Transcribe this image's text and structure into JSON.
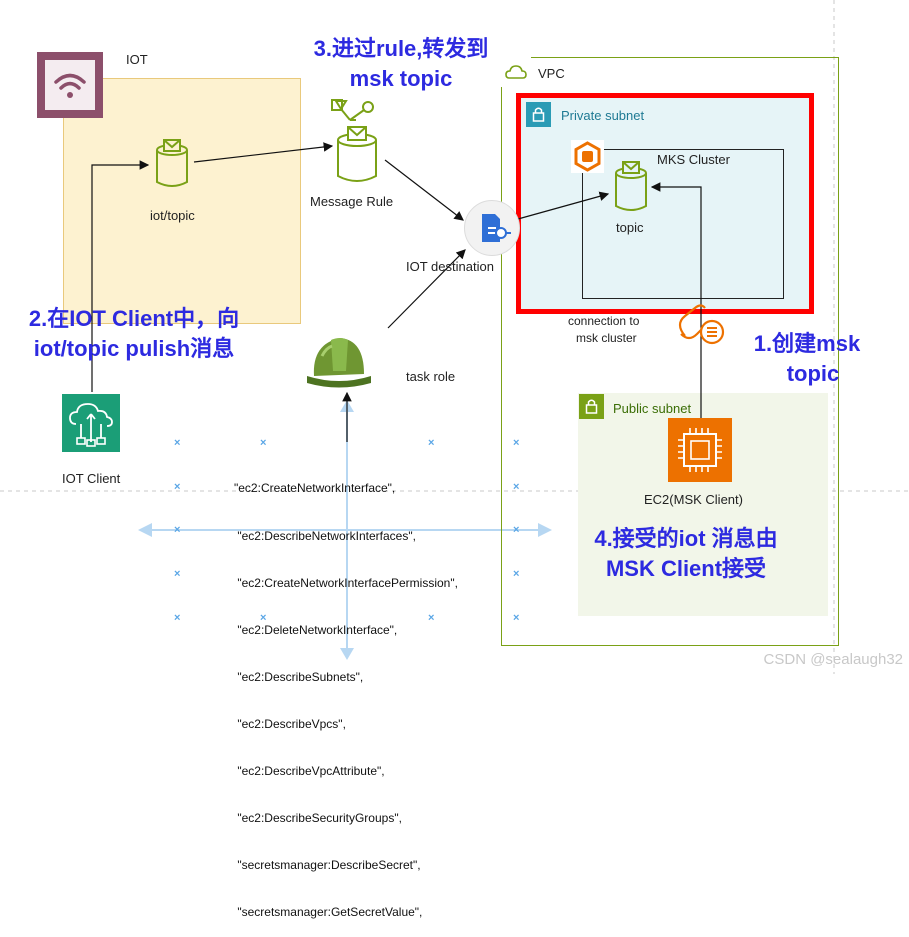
{
  "iot_group": {
    "title": "IOT",
    "topic_label": "iot/topic"
  },
  "vpc": {
    "title": "VPC"
  },
  "private_subnet": {
    "title": "Private subnet"
  },
  "public_subnet": {
    "title": "Public subnet"
  },
  "msk": {
    "cluster_label": "MKS Cluster",
    "topic_label": "topic"
  },
  "message_rule": {
    "label": "Message Rule"
  },
  "iot_destination": {
    "label": "IOT destination"
  },
  "task_role": {
    "label": "task role"
  },
  "connection": {
    "line1": "connection to",
    "line2": "msk cluster"
  },
  "ec2": {
    "label": "EC2(MSK Client)"
  },
  "iot_client": {
    "label": "IOT Client"
  },
  "steps": {
    "step1": {
      "line1": "1.创建msk",
      "line2": "topic"
    },
    "step2": {
      "line1": "2.在IOT Client中，向",
      "line2": "iot/topic pulish消息"
    },
    "step3": {
      "line1": "3.进过rule,转发到",
      "line2": "msk topic"
    },
    "step4": {
      "line1": "4.接受的iot 消息由",
      "line2": "MSK Client接受"
    }
  },
  "permissions": [
    "\"ec2:CreateNetworkInterface\",",
    " \"ec2:DescribeNetworkInterfaces\",",
    " \"ec2:CreateNetworkInterfacePermission\",",
    " \"ec2:DeleteNetworkInterface\",",
    " \"ec2:DescribeSubnets\",",
    " \"ec2:DescribeVpcs\",",
    " \"ec2:DescribeVpcAttribute\",",
    " \"ec2:DescribeSecurityGroups\",",
    " \"secretsmanager:DescribeSecret\",",
    " \"secretsmanager:GetSecretValue\","
  ],
  "watermark": "CSDN @sealaugh32",
  "colors": {
    "step_text": "#2d2ae0",
    "highlight_border": "#ff0000",
    "iot_fill": "#fdf2d0",
    "private_fill": "#e6f4f7",
    "public_fill": "#f2f6e9",
    "aws_green": "#7aa116",
    "aws_orange": "#ed7100",
    "iot_purple": "#8c4f6b"
  }
}
